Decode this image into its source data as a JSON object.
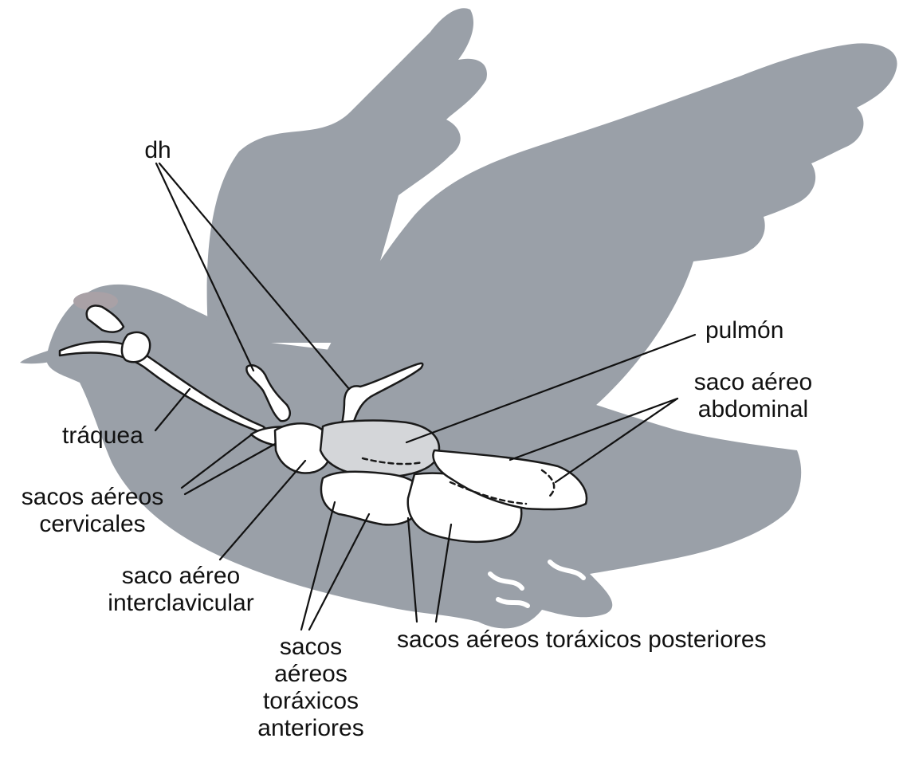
{
  "colors": {
    "silhouette": "#9aa0a8",
    "organ_fill": "#ffffff",
    "lung_fill": "#d4d6d9",
    "outline": "#1a1a1a",
    "leader": "#111111",
    "beak_tint": "#a9a1a6"
  },
  "labels": {
    "dh": "dh",
    "pulmon": "pulmón",
    "saco_abdominal": [
      "saco aéreo",
      "abdominal"
    ],
    "traquea": "tráquea",
    "sacos_cervicales": [
      "sacos aéreos",
      "cervicales"
    ],
    "saco_interclavicular": [
      "saco aéreo",
      "interclavicular"
    ],
    "sacos_toracicos_anteriores": [
      "sacos",
      "aéreos",
      "toráxicos",
      "anteriores"
    ],
    "sacos_toracicos_posteriores": "sacos aéreos toráxicos posteriores"
  }
}
